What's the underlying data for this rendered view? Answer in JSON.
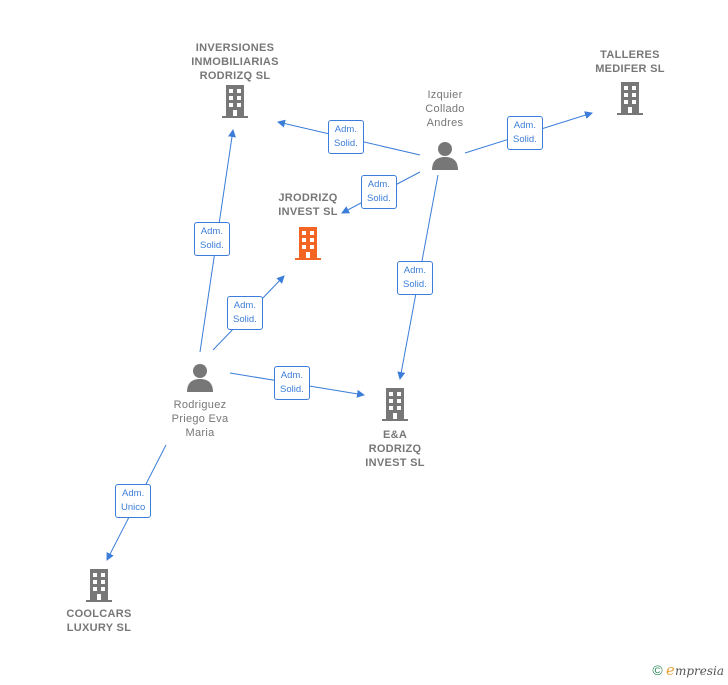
{
  "nodes": {
    "inversiones": {
      "name": "INVERSIONES INMOBILIARIAS RODRIZQ SL",
      "lines": [
        "INVERSIONES",
        "INMOBILIARIAS",
        "RODRIZQ  SL"
      ]
    },
    "talleres": {
      "name": "TALLERES MEDIFER SL",
      "lines": [
        "TALLERES",
        "MEDIFER  SL"
      ]
    },
    "jrodrizq": {
      "name": "JRODRIZQ INVEST SL",
      "lines": [
        "JRODRIZQ",
        "INVEST  SL"
      ]
    },
    "ea": {
      "name": "E&A RODRIZQ INVEST SL",
      "lines": [
        "E&A",
        "RODRIZQ",
        "INVEST  SL"
      ]
    },
    "coolcars": {
      "name": "COOLCARS LUXURY SL",
      "lines": [
        "COOLCARS",
        "LUXURY  SL"
      ]
    },
    "izquier": {
      "name": "Izquier Collado Andres",
      "lines": [
        "Izquier",
        "Collado",
        "Andres"
      ]
    },
    "rodriguez": {
      "name": "Rodriguez Priego Eva Maria",
      "lines": [
        "Rodriguez",
        "Priego Eva",
        "Maria"
      ]
    }
  },
  "edges": [
    {
      "label": [
        "Adm.",
        "Solid."
      ]
    },
    {
      "label": [
        "Adm.",
        "Solid."
      ]
    },
    {
      "label": [
        "Adm.",
        "Solid."
      ]
    },
    {
      "label": [
        "Adm.",
        "Solid."
      ]
    },
    {
      "label": [
        "Adm.",
        "Solid."
      ]
    },
    {
      "label": [
        "Adm.",
        "Solid."
      ]
    },
    {
      "label": [
        "Adm.",
        "Solid."
      ]
    },
    {
      "label": [
        "Adm.",
        "Unico"
      ]
    }
  ],
  "colors": {
    "edge": "#3b7dd8",
    "company": "#777777",
    "focus_company": "#f26522",
    "person": "#777777"
  },
  "brand": {
    "copyright": "©",
    "initial": "e",
    "rest": "mpresia"
  }
}
